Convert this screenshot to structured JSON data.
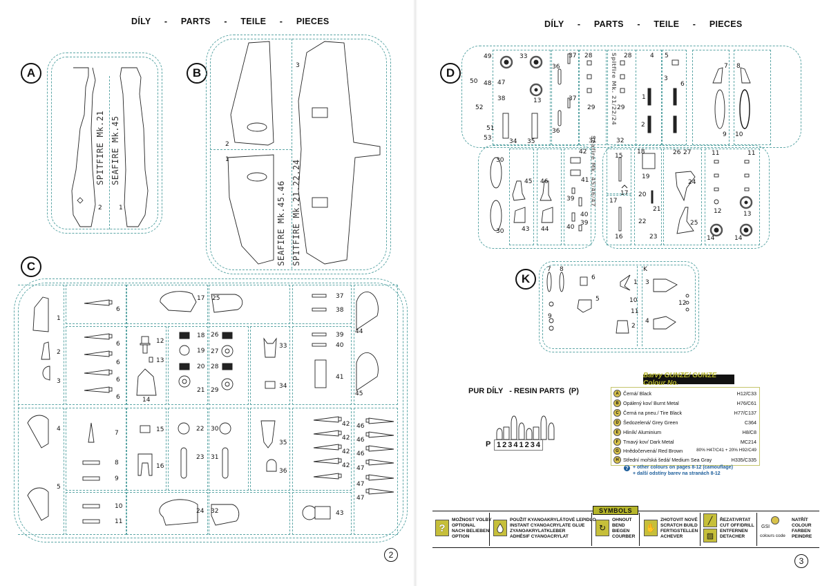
{
  "left_page": {
    "title": "DÍLY  -  PARTS  -  TEILE  -  PIECES",
    "page_number": "2",
    "sprue_a": {
      "badge": "A",
      "labels": [
        "SPITFIRE Mk.21",
        "SEAFIRE Mk.45"
      ],
      "parts": [
        "2",
        "1"
      ]
    },
    "sprue_b": {
      "badge": "B",
      "labels": [
        "SEAFIRE Mk.45.46",
        "SPITFIRE Mk.21.22.24"
      ],
      "parts": [
        "3",
        "2",
        "1"
      ]
    },
    "sprue_c": {
      "badge": "C",
      "parts": [
        "1",
        "2",
        "3",
        "4",
        "5",
        "6",
        "6",
        "6",
        "6",
        "6",
        "7",
        "8",
        "9",
        "10",
        "11",
        "12",
        "13",
        "14",
        "15",
        "16",
        "17",
        "18",
        "19",
        "20",
        "21",
        "22",
        "23",
        "24",
        "25",
        "26",
        "27",
        "28",
        "29",
        "30",
        "31",
        "32",
        "33",
        "34",
        "35",
        "36",
        "37",
        "38",
        "39",
        "40",
        "41",
        "42",
        "42",
        "42",
        "42",
        "43",
        "44",
        "45",
        "46",
        "46",
        "46",
        "47",
        "47",
        "47"
      ]
    }
  },
  "right_page": {
    "title": "DÍLY  -  PARTS  -  TEILE  -  PIECES",
    "page_number": "3",
    "sprue_d": {
      "badge": "D",
      "vertical_labels": [
        "Seafire Mk. 45/46/47",
        "Spitfire Mk. 21/22/24"
      ],
      "parts": [
        "49",
        "50",
        "48",
        "47",
        "38",
        "52",
        "51",
        "53",
        "33",
        "13",
        "34",
        "35",
        "36",
        "37",
        "36",
        "37",
        "28",
        "29",
        "31",
        "28",
        "29",
        "32",
        "4",
        "1",
        "2",
        "5",
        "3",
        "6",
        "7",
        "8",
        "9",
        "10",
        "30",
        "30",
        "45",
        "43",
        "46",
        "44",
        "42",
        "41",
        "39",
        "40",
        "40",
        "39",
        "15",
        "17",
        "17",
        "16",
        "18",
        "19",
        "20",
        "21",
        "22",
        "23",
        "26",
        "27",
        "24",
        "25",
        "11",
        "11",
        "12",
        "13",
        "14",
        "14"
      ]
    },
    "sprue_k": {
      "badge": "K",
      "parts": [
        "7",
        "8",
        "6",
        "1",
        "3",
        "5",
        "10",
        "11",
        "9",
        "12",
        "2",
        "4",
        "K"
      ]
    },
    "resin": {
      "title": "PUR DÍLY   - RESIN PARTS  (P)",
      "prefix": "P",
      "numbers": [
        "1",
        "2",
        "3",
        "4",
        "1",
        "2",
        "3",
        "4"
      ]
    },
    "colours": {
      "header": "Barvy GUNZE/ GUNZE Colour No.",
      "rows": [
        {
          "letter": "A",
          "name": "Černá/ Black",
          "code": "H12/C33"
        },
        {
          "letter": "B",
          "name": "Opálený kov/ Burnt Metal",
          "code": "H76/C61"
        },
        {
          "letter": "C",
          "name": "Černá na pneu./ Tire Black",
          "code": "H77/C137"
        },
        {
          "letter": "D",
          "name": "Šedozelená/ Grey Green",
          "code": "C364"
        },
        {
          "letter": "E",
          "name": "Hliník/ Aluminium",
          "code": "H8/C8"
        },
        {
          "letter": "F",
          "name": "Tmavý kov/ Dark Metal",
          "code": "MC214"
        },
        {
          "letter": "G",
          "name": "Hnědočervená/ Red Brown",
          "code": "80% H47/C41 + 20% H92/C49"
        },
        {
          "letter": "H",
          "name": "Střední mořská šedá/ Medium Sea Gray",
          "code": "H335/C335"
        }
      ],
      "note_1": "+ other colours on pages 8-12 (camouflage)",
      "note_2": "+ další odstíny barev na stranách 8-12",
      "accent": "#b5b52a"
    },
    "symbols": {
      "tag": "SYMBOLS",
      "items": [
        {
          "icon": "question-icon",
          "lines": [
            "MOŽNOST VOLBY",
            "OPTIONAL",
            "NACH BELIEBEN",
            "OPTION"
          ]
        },
        {
          "icon": "glue-drop-icon",
          "lines": [
            "POUŽIT KYANOAKRYLÁTOVÉ LEPIDLO",
            "INSTANT CYANOACRYLATE GLUE",
            "ZYANOAKRYLATKLEBER",
            "ADHÉSIF CYANOACRYLAT"
          ]
        },
        {
          "icon": "bend-icon",
          "lines": [
            "OHNOUT",
            "BEND",
            "BIEGEN",
            "COURBER"
          ]
        },
        {
          "icon": "hand-icon",
          "lines": [
            "ZHOTOVIT NOVÉ",
            "SCRATCH BUILD",
            "FERTIGSTELLEN",
            "ACHEVER"
          ]
        },
        {
          "icon": "cut-drill-icon",
          "lines": [
            "ŘEZAT/VRTAT",
            "CUT OFF/DRILL",
            "ENTFERNEN",
            "DETACHER"
          ]
        },
        {
          "icon": "colour-code-icon",
          "prefix": "GSI",
          "sub": "colours code",
          "lines": [
            "NATŘÍT",
            "COLOUR",
            "FARBEN",
            "PEINDRE"
          ]
        }
      ]
    }
  }
}
